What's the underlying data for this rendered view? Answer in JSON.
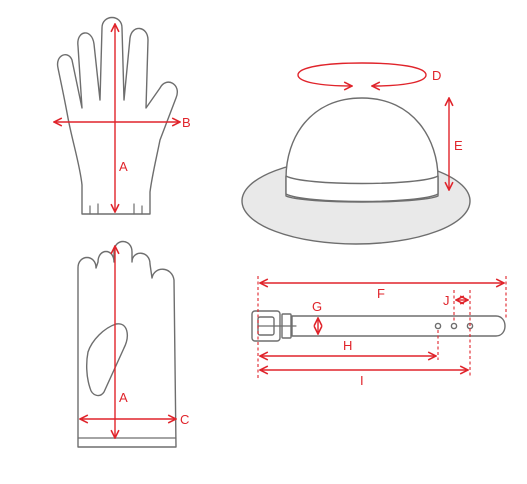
{
  "labels": {
    "A": "A",
    "B": "B",
    "C": "C",
    "D": "D",
    "E": "E",
    "F": "F",
    "G": "G",
    "H": "H",
    "I": "I",
    "J": "J"
  },
  "colors": {
    "measure": "#e0242b",
    "outline": "#6e6e6e",
    "hat_fill": "#e9e9e9"
  },
  "icons": [
    "glove-back-icon",
    "glove-palm-icon",
    "hat-icon",
    "belt-icon"
  ]
}
